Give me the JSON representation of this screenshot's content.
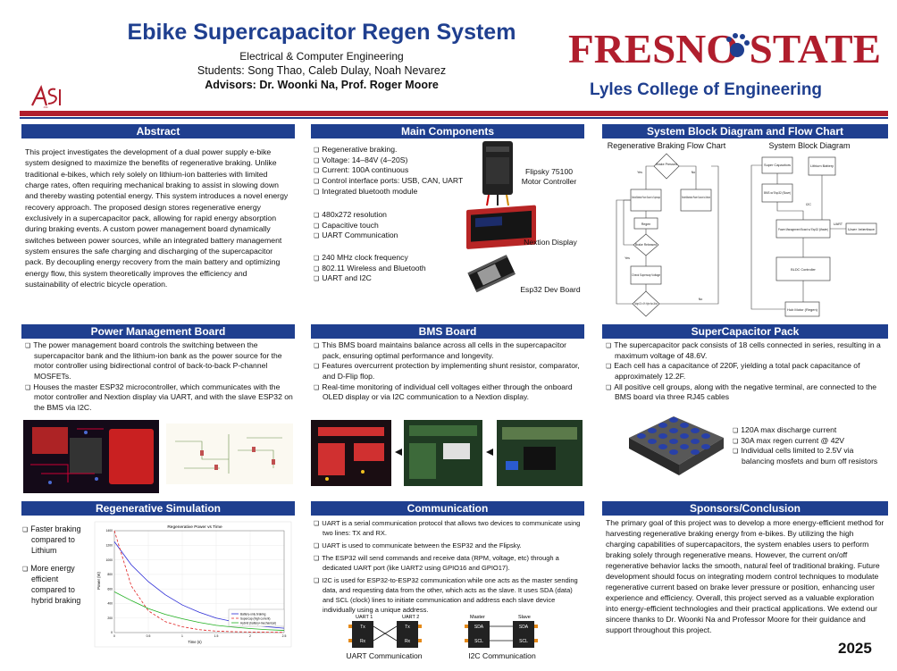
{
  "header": {
    "title": "Ebike Supercapacitor Regen System",
    "department": "Electrical & Computer Engineering",
    "students": "Students: Song Thao, Caleb Dulay, Noah Nevarez",
    "advisors": "Advisors: Dr. Woonki Na, Prof. Roger Moore",
    "university": "FRESNO STATE",
    "college": "Lyles College of Engineering",
    "asi_logo": "ASI"
  },
  "abstract": {
    "heading": "Abstract",
    "body": "This project investigates the development of a dual power supply e-bike system designed to maximize the benefits of regenerative braking. Unlike traditional e-bikes, which rely solely on lithium-ion batteries with limited charge rates, often requiring mechanical braking to assist in slowing down and thereby wasting potential energy. This system introduces a novel energy recovery approach. The proposed design stores regenerative energy exclusively in a supercapacitor pack, allowing for rapid energy absorption during braking events. A custom power management board dynamically switches between power sources, while an integrated battery management system ensures the safe charging and discharging of the supercapacitor pack. By decoupling energy recovery from the main battery and optimizing energy flow, this system theoretically improves the efficiency and sustainability of electric bicycle operation."
  },
  "components": {
    "heading": "Main Components",
    "motor_items": [
      "Regenerative braking.",
      "Voltage: 14–84V (4–20S)",
      "Current: 100A continuous",
      "Control interface ports: USB, CAN, UART",
      "Integrated bluetooth module"
    ],
    "motor_caption": "Flipsky 75100 Motor Controller",
    "display_items": [
      "480x272 resolution",
      "Capacitive touch",
      "UART Communication"
    ],
    "display_caption": "Nextion Display",
    "esp_items": [
      "240 MHz clock frequency",
      "802.11 Wireless and Bluetooth",
      "UART and I2C"
    ],
    "esp_caption": "Esp32 Dev Board"
  },
  "block": {
    "heading": "System Block Diagram and Flow Chart",
    "flow_title": "Regenerative Braking Flow Chart",
    "block_title": "System Block Diagram",
    "flow_nodes": [
      "Brake Pressed",
      "Switch/Maintain Power Source to Supercaps",
      "Switch/Maintain Power Source to Lithium",
      "Regen",
      "Brake Released",
      "Check Supercap Voltage",
      "Voltage 42V or 5%: Higher than Lithium"
    ],
    "block_nodes": [
      "Super Capacitors",
      "Lithium Battery",
      "BMS w/ Esp32 (Slave)",
      "I2C",
      "Power Management Board w/ Esp32 (Master)",
      "UART",
      "User Interface",
      "BLDC Controller",
      "Hub Motor (Regen)"
    ],
    "flow_edges": [
      "Yes",
      "No",
      "Yes",
      "No"
    ]
  },
  "pmb": {
    "heading": "Power Management Board",
    "items": [
      "The power management board controls the switching between the supercapacitor bank and the lithium-ion bank as the power source for the motor controller using bidirectional control of back-to-back P-channel MOSFETs.",
      "Houses the master ESP32 microcontroller, which communicates with the motor controller and Nextion display via UART, and with the slave ESP32 on the BMS via I2C."
    ]
  },
  "bms": {
    "heading": "BMS Board",
    "items": [
      "This BMS board maintains balance across all cells in the supercapacitor pack, ensuring optimal performance and longevity.",
      "Features overcurrent protection by implementing shunt resistor, comparator, and D-Flip flop.",
      "Real-time monitoring of individual cell voltages either through the onboard OLED display or via I2C communication to a Nextion display."
    ]
  },
  "supercap": {
    "heading": "SuperCapacitor Pack",
    "items": [
      "The supercapacitor pack consists of 18 cells connected in series, resulting in a maximum voltage of 48.6V.",
      "Each cell has a capacitance of 220F, yielding a total pack capacitance of approximately 12.2F.",
      "All positive cell groups, along with the negative terminal, are connected to the BMS board via three RJ45 cables"
    ],
    "specs": [
      "120A max discharge current",
      "30A max regen current @ 42V",
      "Individual cells limited to 2.5V via balancing mosfets and burn off resistors"
    ]
  },
  "regen": {
    "heading": "Regenerative Simulation",
    "items": [
      "Faster braking compared to Lithium",
      "More energy efficient compared to hybrid braking"
    ],
    "chart_title": "Regenerative Power vs Time",
    "xlabel": "Time (s)",
    "ylabel": "Power (W)",
    "legend": [
      "Battery-only braking",
      "Supercap (high current)",
      "Hybrid (battery+mechanical)"
    ]
  },
  "chart_data": {
    "type": "line",
    "title": "Regenerative Power vs Time",
    "xlabel": "Time (s)",
    "ylabel": "Power (W)",
    "xlim": [
      0,
      2.5
    ],
    "ylim": [
      0,
      1400
    ],
    "xticks": [
      "0",
      "0.5",
      "1",
      "1.5",
      "2",
      "2.5"
    ],
    "yticks": [
      "0",
      "200",
      "400",
      "600",
      "800",
      "1000",
      "1200",
      "1400"
    ],
    "x": [
      0,
      0.25,
      0.5,
      0.75,
      1,
      1.25,
      1.5,
      1.75,
      2,
      2.25,
      2.5
    ],
    "series": [
      {
        "name": "Battery-only braking",
        "color": "#2b2bd6",
        "dash": "",
        "values": [
          1250,
          930,
          700,
          520,
          380,
          280,
          200,
          150,
          110,
          80,
          60
        ]
      },
      {
        "name": "Supercap (high current)",
        "color": "#e02020",
        "dash": "3,2",
        "values": [
          1400,
          640,
          300,
          150,
          80,
          40,
          20,
          12,
          8,
          5,
          3
        ]
      },
      {
        "name": "Hybrid (battery+mechanical)",
        "color": "#20b020",
        "dash": "",
        "values": [
          560,
          440,
          330,
          250,
          190,
          140,
          100,
          75,
          55,
          40,
          30
        ]
      }
    ],
    "grid": true,
    "legend": "bottom-right"
  },
  "comm": {
    "heading": "Communication",
    "items": [
      "UART is a serial communication protocol that allows two devices to communicate using two lines: TX and RX.",
      "UART is used to communicate between the ESP32 and the Flipsky.",
      "The ESP32 will send commands and receive data (RPM, voltage, etc) through a dedicated UART port (like UART2 using GPIO16 and GPIO17).",
      "I2C is used for ESP32-to-ESP32 communication while one acts as the master sending data, and requesting data from the other, which acts as the slave. It uses SDA (data) and SCL (clock) lines to initiate communication and address each slave device individually using a unique address."
    ],
    "uart_labels": [
      "UART 1",
      "UART 2",
      "Tx",
      "Rx",
      "Tx",
      "Rx"
    ],
    "i2c_labels": [
      "Master",
      "Slave",
      "SDA",
      "SCL",
      "SDA",
      "SCL"
    ],
    "uart_caption": "UART Communication",
    "i2c_caption": "I2C Communication"
  },
  "sponsors": {
    "heading": "Sponsors/Conclusion",
    "body": "The primary goal of this project was to develop a more energy-efficient method for harvesting regenerative braking energy from e-bikes. By utilizing the high charging capabilities of supercapacitors, the system enables users to perform braking solely through regenerative means. However, the current on/off regenerative behavior lacks the smooth, natural feel of traditional braking. Future development should focus on integrating modern control techniques to modulate regenerative current based on brake lever pressure or position, enhancing user experience and efficiency. Overall, this project served as a valuable exploration into energy-efficient technologies and their practical applications. We extend our sincere thanks to Dr. Woonki Na and Professor Moore for their guidance and support throughout this project."
  },
  "footer": {
    "year": "2025"
  },
  "colors": {
    "blue": "#1f3f8f",
    "red": "#b01e2d"
  }
}
